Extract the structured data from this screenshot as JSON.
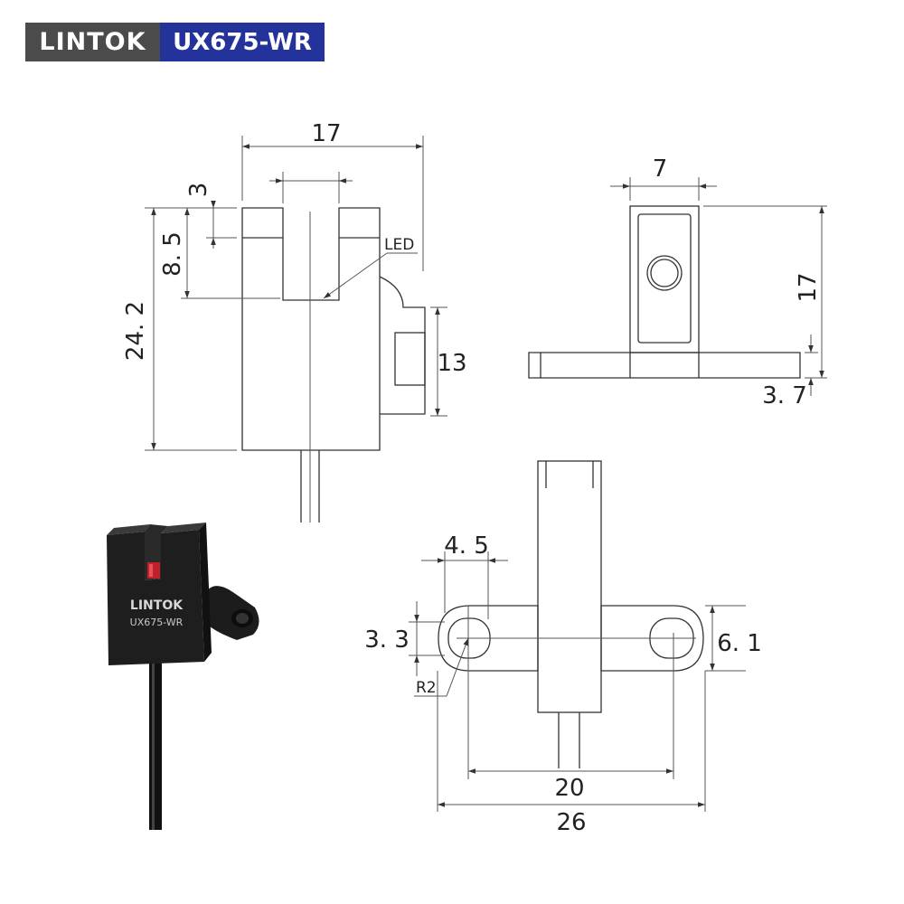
{
  "header": {
    "brand": "LINTOK",
    "model": "UX675-WR"
  },
  "front_view": {
    "width": "17",
    "slot_width": "3",
    "slot_depth": "8. 5",
    "height": "24. 2",
    "mount_height": "13",
    "led_label": "LED"
  },
  "side_view": {
    "width": "7",
    "height": "17",
    "base_thickness": "3. 7"
  },
  "bottom_view": {
    "slot_length": "4. 5",
    "slot_width": "3. 3",
    "ear_width": "6. 1",
    "radius": "R2",
    "hole_pitch": "20",
    "total_length": "26"
  },
  "photo": {
    "brand": "LINTOK",
    "model": "UX675-WR"
  }
}
